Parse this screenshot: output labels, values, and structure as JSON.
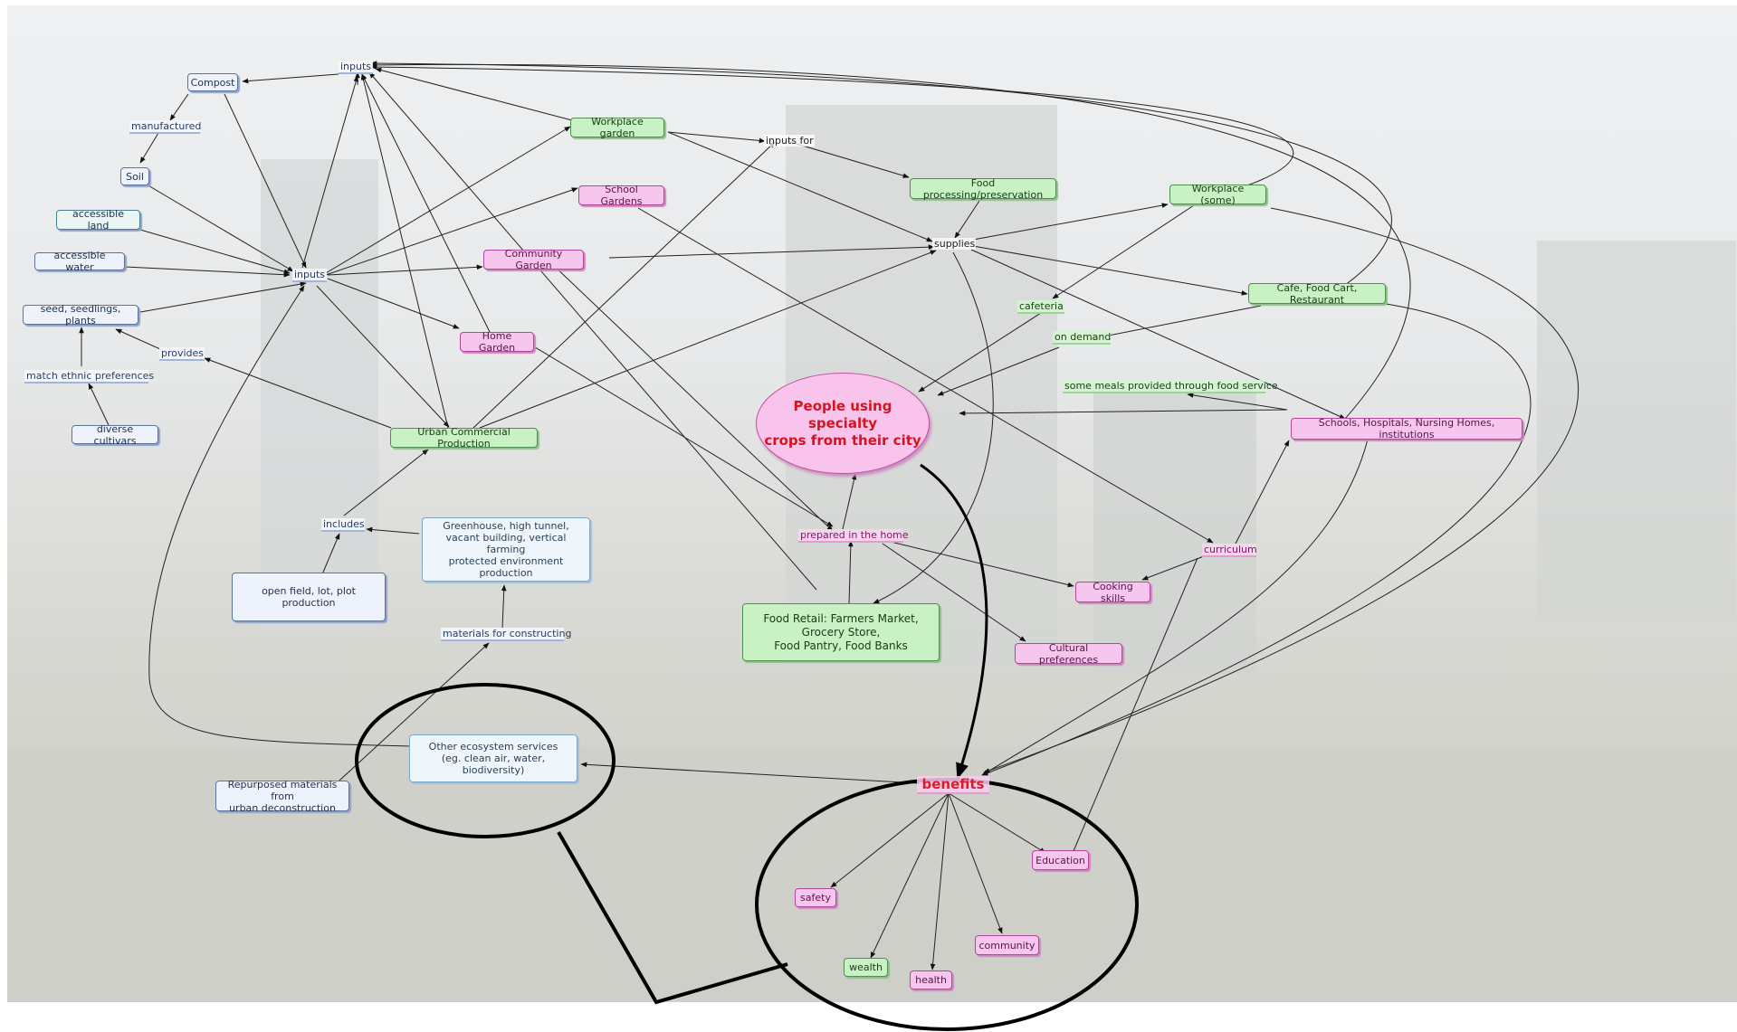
{
  "title_node": "People using specialty\ncrops from their city",
  "benefits_label": "benefits",
  "nodes": {
    "compost": "Compost",
    "soil": "Soil",
    "accessible_land": "accessible land",
    "accessible_water": "accessible water",
    "seed": "seed, seedlings, plants",
    "diverse_cultivars": "diverse cultivars",
    "workplace_garden": "Workplace garden",
    "school_gardens": "School Gardens",
    "community_garden": "Community Garden",
    "home_garden": "Home Garden",
    "urban_commercial": "Urban Commercial Production",
    "greenhouse": "Greenhouse, high tunnel,\nvacant building, vertical farming\nprotected environment production",
    "open_field": "open field, lot, plot production",
    "food_processing": "Food processing/preservation",
    "workplace_some": "Workplace (some)",
    "cafe": "Cafe, Food Cart, Restaurant",
    "schools": "Schools, Hospitals, Nursing Homes, institutions",
    "food_retail": "Food Retail:  Farmers Market,\nGrocery Store,\nFood Pantry, Food Banks",
    "cooking_skills": "Cooking skills",
    "cultural_preferences": "Cultural preferences",
    "other_ecosystem": "Other ecosystem services\n(eg. clean air, water, biodiversity)",
    "repurposed": "Repurposed materials from\nurban deconstruction",
    "education": "Education",
    "safety": "safety",
    "community": "community",
    "wealth": "wealth",
    "health": "health"
  },
  "labels": {
    "inputs_top": "inputs",
    "inputs_mid": "inputs",
    "manufactured": "manufactured",
    "provides": "provides",
    "match_ethnic": "match ethnic preferences",
    "includes": "includes",
    "materials": "materials for constructing",
    "inputs_for": "inputs for",
    "supplies": "supplies",
    "cafeteria": "cafeteria",
    "on_demand": "on demand",
    "some_meals": "some meals provided through food service",
    "prepared": "prepared in the home",
    "curriculum": "curriculum"
  },
  "colors": {
    "input_node": "#eef3fb",
    "producer_node": "#c8f1c4",
    "consumer_node": "#f7c6ee",
    "centre_text": "#d4141e"
  }
}
